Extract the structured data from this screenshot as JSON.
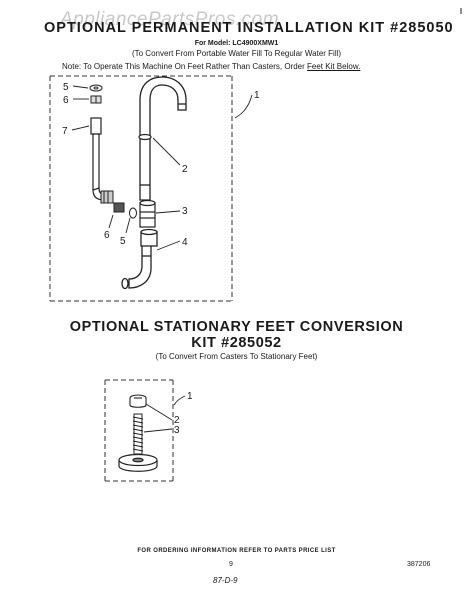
{
  "watermark": "AppliancePartsPros.com",
  "section1": {
    "title": "OPTIONAL PERMANENT INSTALLATION KIT #285050",
    "model": "For Model: LC4900XMW1",
    "subtitle": "(To Convert From Portable Water Fill To Regular Water Fill)",
    "note_prefix": "Note:   To Operate This Machine On Feet Rather Than Casters, Order ",
    "note_link": "Feet Kit Below.",
    "callouts": [
      "1",
      "2",
      "3",
      "4",
      "5",
      "6",
      "7",
      "6",
      "5"
    ]
  },
  "section2": {
    "title_line1": "OPTIONAL STATIONARY FEET CONVERSION",
    "title_line2": "KIT #285052",
    "subtitle": "(To Convert From Casters To Stationary Feet)",
    "callouts": [
      "1",
      "2",
      "3"
    ]
  },
  "footer": {
    "ordering": "FOR ORDERING INFORMATION REFER TO PARTS PRICE LIST",
    "page_number": "9",
    "part_code": "387206",
    "hand_note": "87-D-9"
  }
}
